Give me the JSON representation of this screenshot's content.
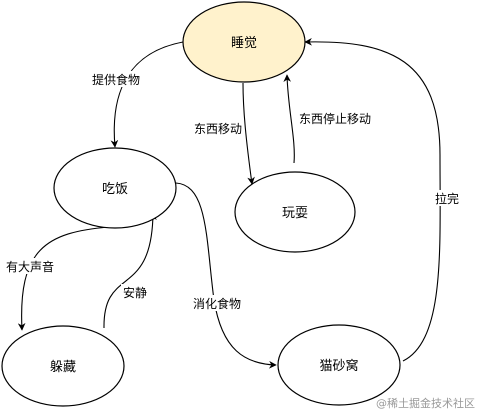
{
  "diagram": {
    "nodes": {
      "sleep": "睡觉",
      "eat": "吃饭",
      "play": "玩耍",
      "hide": "躲藏",
      "litter": "猫砂窝"
    },
    "edges": {
      "provide_food": "提供食物",
      "east_west_move": "东西移动",
      "east_west_stop": "东西停止移动",
      "loud_sound": "有大声音",
      "quiet": "安静",
      "digest_food": "消化食物",
      "pull_done": "拉完"
    },
    "colors": {
      "sleep_fill": "#fff2cc",
      "sleep_stroke": "#d6b656",
      "default_fill": "#ffffff",
      "stroke": "#000000"
    }
  },
  "watermark": "@稀土掘金技术社区"
}
